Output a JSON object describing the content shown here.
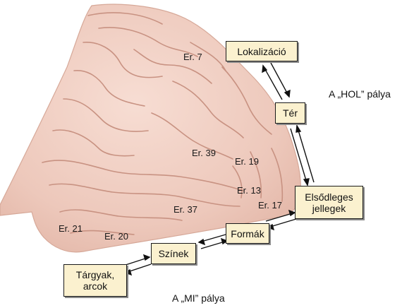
{
  "areas": {
    "a7": "Er. 7",
    "a39": "Er. 39",
    "a19": "Er. 19",
    "a13": "Er. 13",
    "a17": "Er. 17",
    "a37": "Er. 37",
    "a21": "Er. 21",
    "a20": "Er. 20"
  },
  "boxes": {
    "lokalizacio": "Lokalizáció",
    "ter": "Tér",
    "elsodleges": "Elsődleges jellegek",
    "formak": "Formák",
    "szinek": "Színek",
    "targyak": "Tárgyak, arcok"
  },
  "pathways": {
    "hol": "A „HOL” pálya",
    "mi": "A „MI” pálya"
  },
  "colors": {
    "brain_fill": "#efcfc4",
    "brain_outline": "#d9aa9a",
    "gyrus_line": "#c99484",
    "box_fill": "#fbf1cf"
  }
}
